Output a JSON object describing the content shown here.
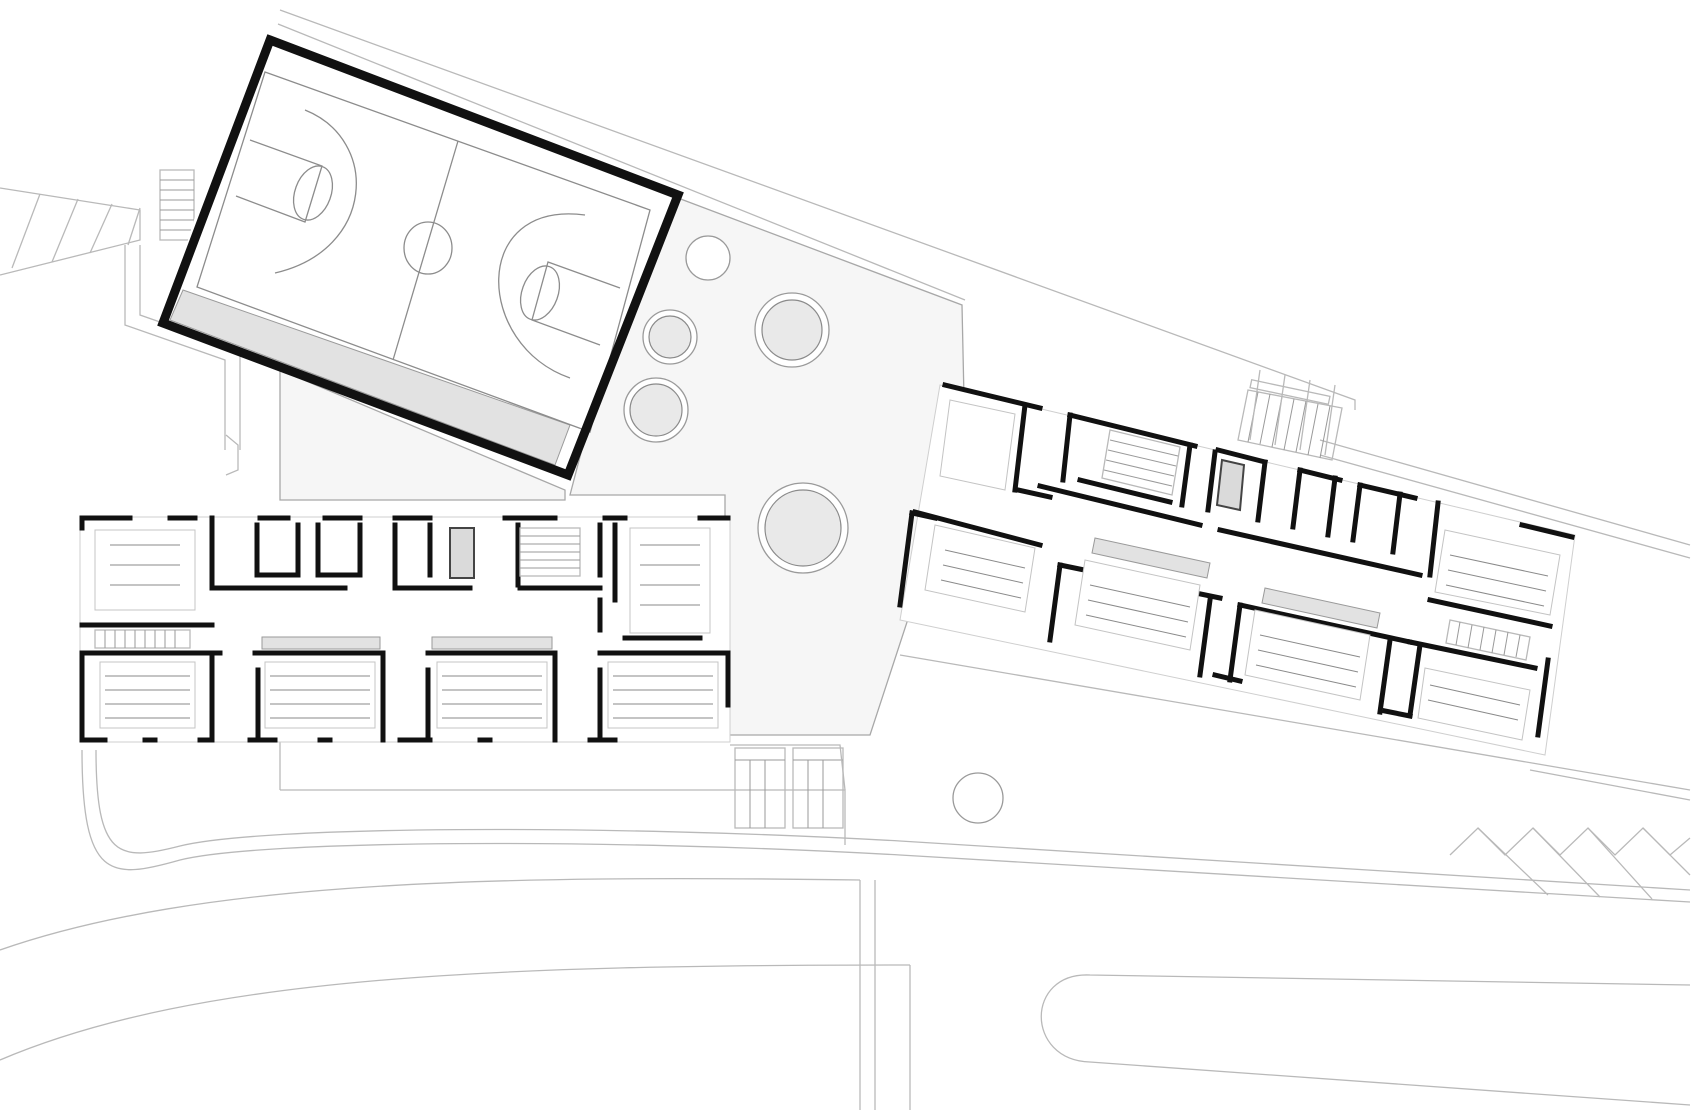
{
  "drawing": {
    "kind": "site-floor-plan",
    "elements": [
      "basketball-court",
      "west-classroom-wing",
      "east-classroom-wing",
      "central-courtyard",
      "round-planters",
      "access-road",
      "parking-spaces",
      "stairs"
    ]
  },
  "colors": {
    "wall": "#111111",
    "line": "#b9b9b9",
    "paving": "#f6f6f6",
    "planter": "#e9e9e9",
    "service_core": "#dadada"
  }
}
